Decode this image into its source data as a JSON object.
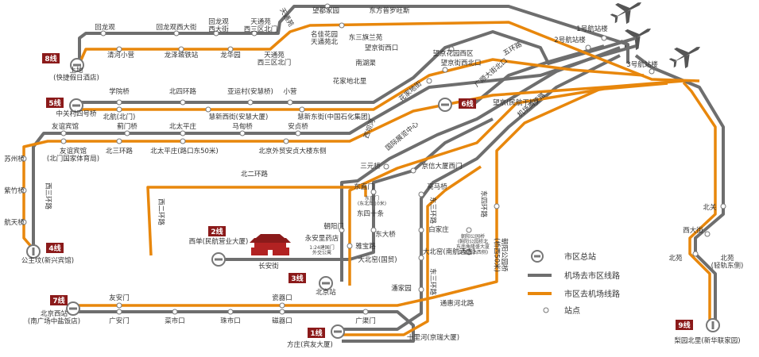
{
  "colors": {
    "airport_to_city": "#6e6e6e",
    "city_to_airport": "#e8870c",
    "badge": "#8b1a1a",
    "terminal": "#777777"
  },
  "icons": [
    "airplane-icon",
    "bus-terminal-icon",
    "tiananmen-icon",
    "stop-dot-icon",
    "direction-arrow-icon"
  ],
  "legend": {
    "terminal": "市区总站",
    "airport_to_city": "机场去市区线路",
    "city_to_airport": "市区去机场线路",
    "stop": "站点"
  },
  "lines": {
    "l1": "1线",
    "l2": "2线",
    "l3": "3线",
    "l4": "4线",
    "l5": "5线",
    "l6": "6线",
    "l7": "7线",
    "l8": "8线",
    "l9": "9线"
  },
  "terminals": {
    "t1": "方庄(宾友大厦)",
    "t2": "西单(民航营业大厦)",
    "t3": "北京站",
    "t4": "公主坟(新兴宾馆)",
    "t5": "中关村四号桥",
    "t6": "望京(民航干校)",
    "t7": "北京西站\n(南广场中盐饭店)",
    "t8": "上地\n(快捷假日酒店)",
    "t9": "梨园北里(新华联家园)"
  },
  "airport_terminals": [
    "1号航站楼",
    "2号航站楼",
    "3号航站楼"
  ],
  "highways": {
    "airport_expressway": "机场高速路",
    "fifth_ring": "五环路",
    "chaoyang_road": "朝阳公园桥\n(桥西50米)"
  },
  "stations": {
    "n1": "回龙观",
    "n2": "回龙观西大街",
    "n3": "回龙观\n西大街",
    "n4": "天通苑\n西三区北门",
    "n5": "天通苑",
    "n6": "望都家园",
    "n7": "东方普罗旺斯",
    "n8": "名佳花园\n天通苑北",
    "n9": "东三旗兰苑",
    "n10": "清河小营",
    "n11": "龙泽城铁站",
    "n12": "龙华园",
    "n13": "天通苑\n西三区北门",
    "n14": "望京街西口",
    "n15": "望京花园西区",
    "n16": "望京街西北口",
    "n17": "南湖渠",
    "n18": "花家地北里",
    "n19": "广顺大街北口",
    "n20": "学院桥",
    "n21": "北四环路",
    "n22": "亚运村(安慧桥)",
    "n23": "小营",
    "n24": "北航(北门)",
    "n25": "慧新西街(安慧大厦)",
    "n26": "慧新东街(中国石化集团)",
    "n27": "花家地街",
    "n28": "友谊宾馆",
    "n29": "蓟门桥",
    "n30": "北太平庄",
    "n31": "马甸桥",
    "n32": "安贞桥",
    "n33": "友谊宾馆\n(北门国家体育局)",
    "n34": "北三环路",
    "n35": "北太平庄(路口东50米)",
    "n36": "北京外贸安贞大楼东侧",
    "n37": "苏州桥",
    "n38": "紫竹桥",
    "n39": "航天桥",
    "n40": "西三环路",
    "n41": "北二环路",
    "n42": "西二环路",
    "n43": "国际展览中心",
    "n44": "西坝河",
    "n45": "三元桥",
    "n46": "京信大厦西门",
    "n47": "东直门",
    "n48": "亮马桥",
    "n49": "东三环路",
    "n50": "东直门\n(东北角10米)",
    "n51": "东四十条",
    "n52": "朝阳门",
    "n53": "东大桥",
    "n54": "白家庄",
    "n55": "朝阳公园桥\n(朝阳公园桥北\n东南角隆盛大厦\n公交车站西侧)",
    "n56": "永安里药店",
    "n57": "1:24建国门\n外交公寓",
    "n58": "雅宝路",
    "n59": "大北窑(国贸)",
    "n60": "大北窑(南航酒店)",
    "n61": "潘家园",
    "n62": "东三环路",
    "n63": "通惠河北路",
    "n64": "东四环路",
    "n65": "长安街",
    "n66": "友安门",
    "n67": "广安门",
    "n68": "菜市口",
    "n69": "珠市口",
    "n70": "瓷器口",
    "n71": "磁器口",
    "n72": "广渠门",
    "n73": "十里河(京瑞大厦)",
    "n74": "北关",
    "n75": "西大街",
    "n76": "北苑",
    "n77": "北苑\n(轻轨东侧)"
  }
}
